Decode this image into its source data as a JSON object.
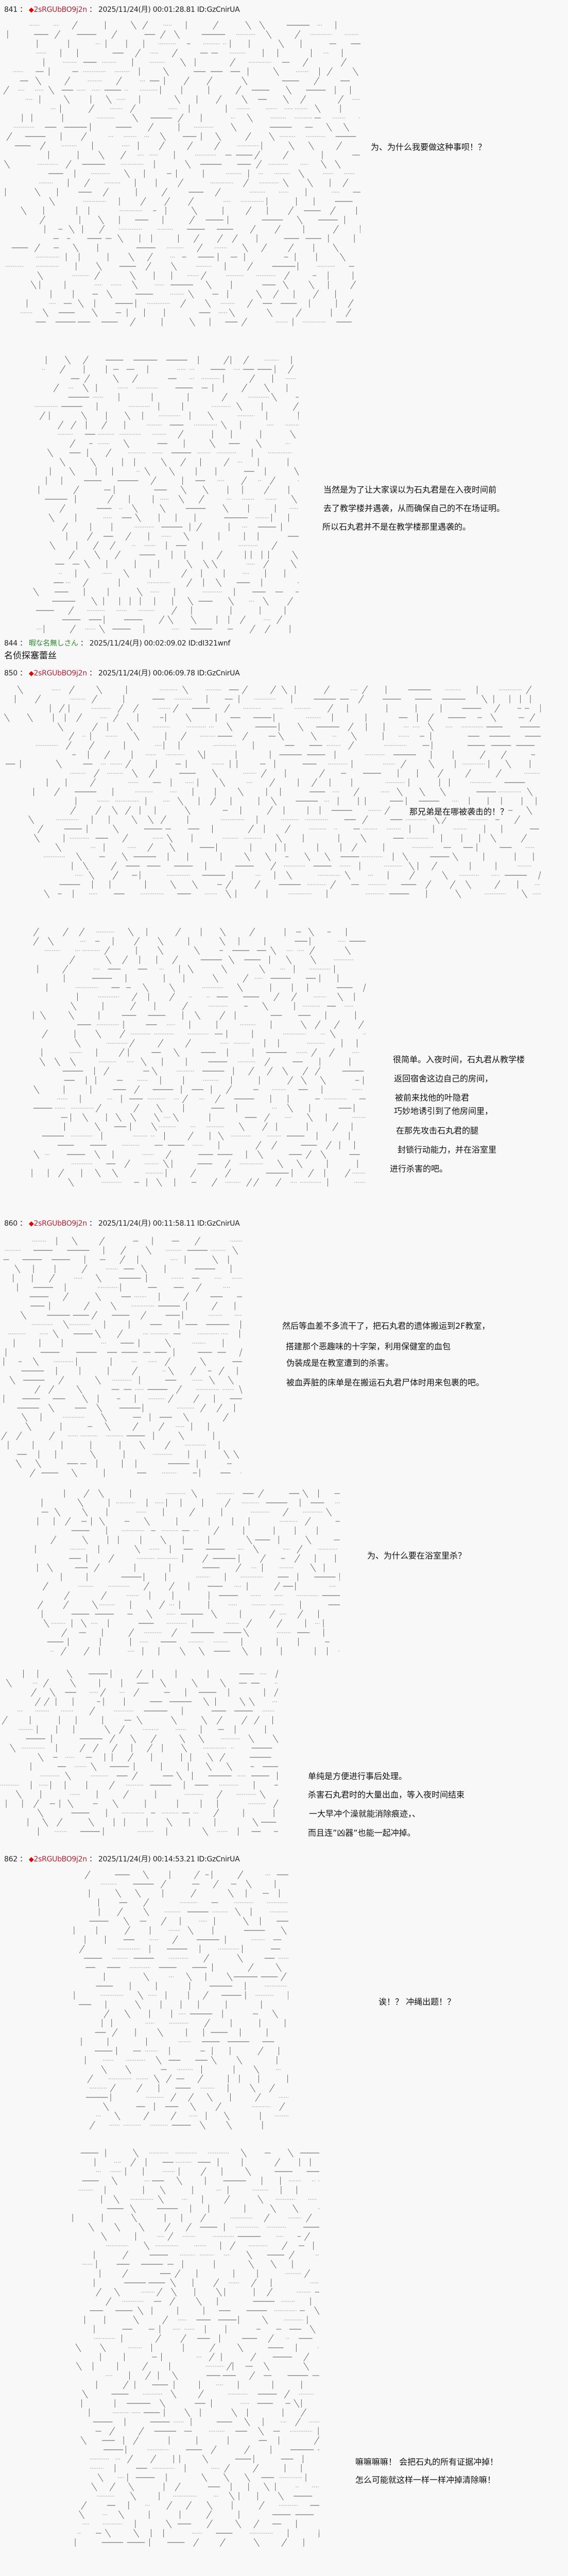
{
  "colors": {
    "background": "#f8f8f8",
    "trip": "#b22234",
    "diamond": "#e00000",
    "anon_name": "#2a8a2a"
  },
  "posts": [
    {
      "number": "841",
      "sep": "：",
      "diamond": "◆",
      "name": "2sRGUbBO9j2n",
      "datetime": "2025/11/24(月) 00:01:28.81",
      "id": "ID:GzCnirUA"
    },
    {
      "number": "844",
      "sep": "：",
      "name": "暇な名無しさん",
      "datetime": "2025/11/24(月) 00:02:09.02",
      "id": "ID:dI321wnf",
      "body": "名侦探塞蕾丝"
    },
    {
      "number": "850",
      "sep": "：",
      "diamond": "◆",
      "name": "2sRGUbBO9j2n",
      "datetime": "2025/11/24(月) 00:06:09.78",
      "id": "ID:GzCnirUA"
    },
    {
      "number": "860",
      "sep": "：",
      "diamond": "◆",
      "name": "2sRGUbBO9j2n",
      "datetime": "2025/11/24(月) 00:11:58.11",
      "id": "ID:GzCnirUA"
    },
    {
      "number": "862",
      "sep": "：",
      "diamond": "◆",
      "name": "2sRGUbBO9j2n",
      "datetime": "2025/11/24(月) 00:14:53.21",
      "id": "ID:GzCnirUA"
    }
  ],
  "dialogue": {
    "d1": "为、为什么我要做这种事呗！？",
    "d2": [
      "当然是为了让大家误以为石丸君是在入夜时间前",
      "去了教学楼并遇袭，从而确保自己的不在场证明。",
      "所以石丸君并不是在教学楼那里遇袭的。"
    ],
    "d3": "那兄弟是在哪被袭击的！？",
    "d4": [
      "很简单。入夜时间，石丸君从教学楼",
      "返回宿舍这边自己的房间，",
      "被前来找他的叶隐君",
      "巧妙地诱引到了他房间里，",
      "在那先攻击石丸君的腿",
      "封锁行动能力，并在浴室里",
      "进行杀害的吧。"
    ],
    "d5": [
      "然后等血差不多流干了，把石丸君的遗体搬运到2F教室，",
      "搭建那个恶趣味的十字架，利用保健室的血包",
      "伪装成是在教室遭到的杀害。",
      "被血弄脏的床单是在搬运石丸君尸体时用来包裹的吧。"
    ],
    "d6": "为、为什么要在浴室里杀？",
    "d7": [
      "单纯是方便进行事后处理。",
      "杀害石丸君时的大量出血，等入夜时间结束",
      "一大早冲个澡就能消除痕迹，、",
      "而且连”凶器”也能一起冲掉。"
    ],
    "d8": "诶！？ 冲绳出题！？",
    "d9": [
      "嘛嘛嘛嘛！ 会把石丸的所有证据冲掉！",
      "怎么可能就这样一样一样冲掉清除嘛！"
    ]
  }
}
